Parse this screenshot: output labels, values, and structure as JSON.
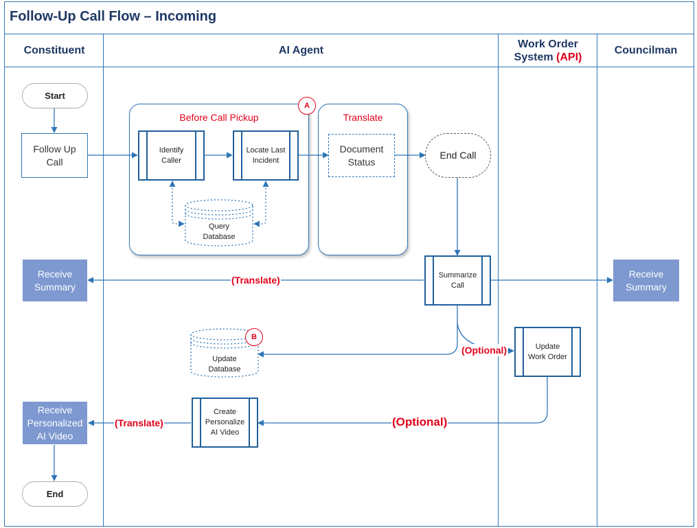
{
  "title": "Follow-Up Call Flow – Incoming",
  "lanes": {
    "constituent": "Constituent",
    "ai_agent": "AI Agent",
    "work_order_line1": "Work Order",
    "work_order_line2": "System",
    "work_order_api": "(API)",
    "councilman": "Councilman"
  },
  "groups": {
    "before_call_pickup": "Before Call Pickup",
    "translate": "Translate"
  },
  "badges": {
    "a": "A",
    "b": "B"
  },
  "nodes": {
    "start": "Start",
    "follow_up_call": [
      "Follow Up",
      "Call"
    ],
    "identify_caller": [
      "Identify",
      "Caller"
    ],
    "locate_last_incident": [
      "Locate Last",
      "Incident"
    ],
    "query_database": [
      "Query",
      "Database"
    ],
    "document_status": [
      "Document",
      "Status"
    ],
    "end_call": "End Call",
    "summarize_call": [
      "Summarize",
      "Call"
    ],
    "receive_summary_constituent": [
      "Receive",
      "Summary"
    ],
    "receive_summary_councilman": [
      "Receive",
      "Summary"
    ],
    "update_database": [
      "Update",
      "Database"
    ],
    "update_work_order": [
      "Update",
      "Work Order"
    ],
    "create_personalize_ai_video": [
      "Create",
      "Personalize",
      "AI Video"
    ],
    "receive_personalized_ai_video": [
      "Receive",
      "Personalized",
      "AI Video"
    ],
    "end": "End"
  },
  "edge_labels": {
    "translate_summary": "(Translate)",
    "optional_update": "(Optional)",
    "optional_video": "(Optional)",
    "translate_video": "(Translate)"
  },
  "colors": {
    "lane_border": "#2e75b6",
    "title_text": "#1f3864",
    "accent_red": "#e0001b",
    "filled_box": "#7e98d0",
    "connector": "#2e75b6"
  }
}
